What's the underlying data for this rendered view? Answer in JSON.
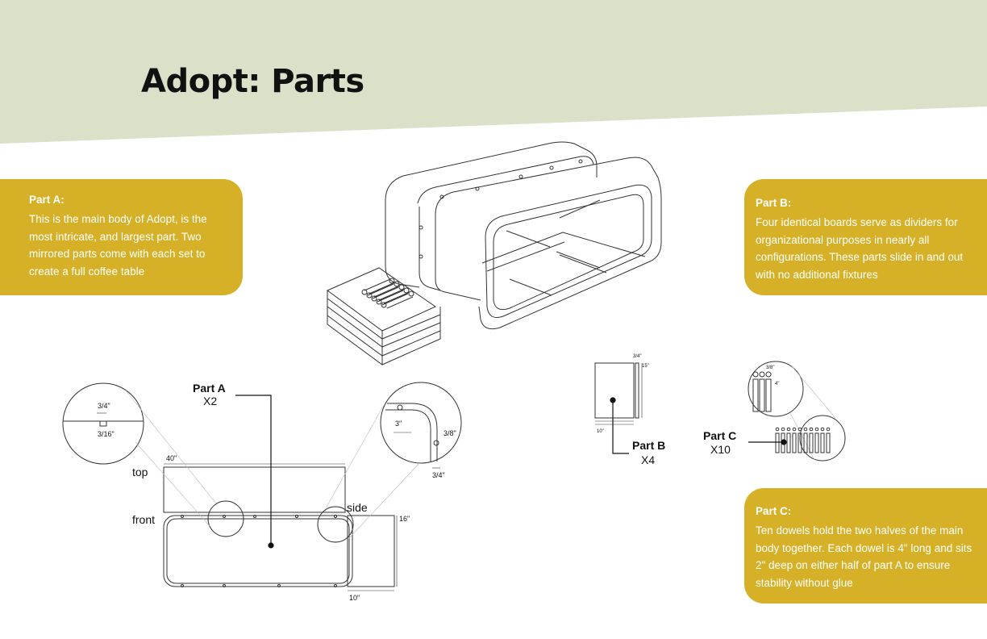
{
  "page": {
    "title": "Adopt: Parts",
    "colors": {
      "banner": "#dbe0c9",
      "card": "#d6b127",
      "card_text": "#ffffff",
      "line": "#222222"
    }
  },
  "cards": {
    "part_a": {
      "heading": "Part A:",
      "text": "This is the main body of Adopt, is the most intricate, and largest part. Two mirrored parts come with each set to create a full coffee table"
    },
    "part_b": {
      "heading": "Part B:",
      "text": "Four identical boards serve as dividers for organizational purposes in nearly all configurations. These parts slide in and out with no additional fixtures"
    },
    "part_c": {
      "heading": "Part C:",
      "text": "Ten dowels hold the two halves of the main body together. Each dowel is 4\" long and sits 2\" deep on either half of part A to ensure stability without glue"
    }
  },
  "diagram": {
    "part_a": {
      "name": "Part A",
      "quantity": "X2",
      "views": {
        "top": "top",
        "front": "front",
        "side": "side"
      },
      "dims": {
        "length": "40\"",
        "height": "16\"",
        "depth": "10\"",
        "groove_width": "3/4\"",
        "groove_depth": "3/16\"",
        "corner_radius": "3\"",
        "hole": "3/8\"",
        "wall": "3/4\""
      }
    },
    "part_b": {
      "name": "Part B",
      "quantity": "X4",
      "dims": {
        "thickness": "3/4\"",
        "height": "15\"",
        "width": "10\""
      }
    },
    "part_c": {
      "name": "Part C",
      "quantity": "X10",
      "dims": {
        "diameter": "3/8\"",
        "length": "4\""
      }
    }
  }
}
